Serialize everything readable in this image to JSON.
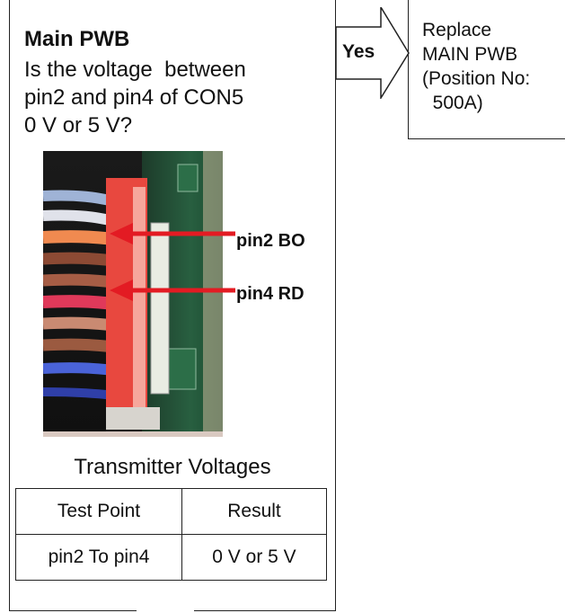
{
  "main": {
    "title": "Main PWB",
    "question_lines": [
      "Is the voltage  between",
      "pin2 and pin4 of CON5",
      "0 V or 5 V?"
    ],
    "pin_labels": {
      "pin2": "pin2 BO",
      "pin4": "pin4 RD"
    },
    "table_title": "Transmitter Voltages",
    "table": {
      "headers": [
        "Test Point",
        "Result"
      ],
      "rows": [
        [
          "pin2 To pin4",
          "0 V or 5 V"
        ]
      ]
    }
  },
  "yes_label": "Yes",
  "replace_lines": [
    "Replace",
    "MAIN PWB",
    "(Position No:",
    "  500A)"
  ],
  "colors": {
    "arrow_red": "#e31b23",
    "connector_red": "#e8483f",
    "board_green": "#1f5a3a",
    "line": "#222222"
  }
}
